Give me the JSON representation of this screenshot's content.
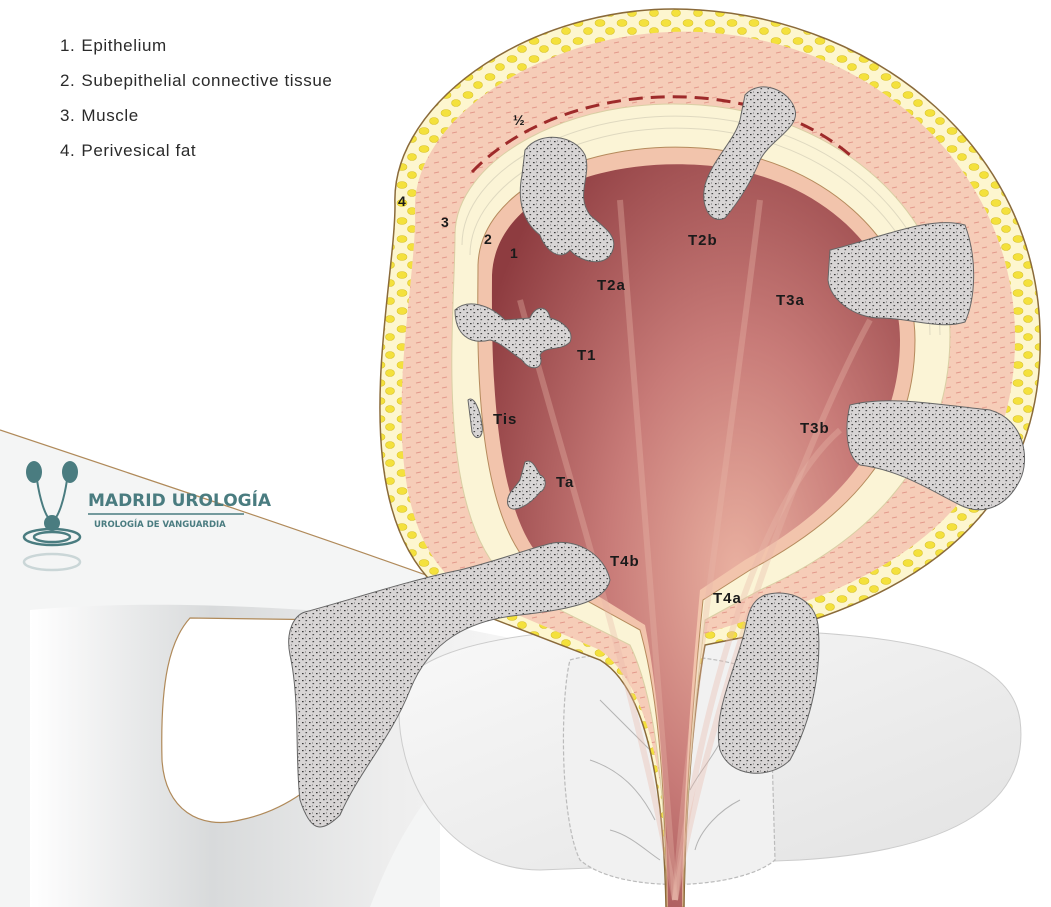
{
  "legend": {
    "items": [
      {
        "number": "1.",
        "label": "Epithelium"
      },
      {
        "number": "2.",
        "label": "Subepithelial connective tissue"
      },
      {
        "number": "3.",
        "label": "Muscle"
      },
      {
        "number": "4.",
        "label": "Perivesical fat"
      }
    ]
  },
  "layer_markers": {
    "one": "1",
    "two": "2",
    "three": "3",
    "four": "4",
    "half": "½"
  },
  "stages": {
    "tis": "Tis",
    "ta": "Ta",
    "t1": "T1",
    "t2a": "T2a",
    "t2b": "T2b",
    "t3a": "T3a",
    "t3b": "T3b",
    "t4a": "T4a",
    "t4b": "T4b"
  },
  "logo": {
    "title": "MADRID UROLOGÍA",
    "subtitle": "UROLOGÍA DE VANGUARDIA"
  },
  "colors": {
    "lumen": "#a8545a",
    "epithelium": "#f2c4ac",
    "connective": "#fbf4d6",
    "muscle": "#f6cdb8",
    "fat_bg": "#fdf6cf",
    "fat_cells": "#f4e13c",
    "tumor": "#cfcccc",
    "half_line": "#9e2a2a",
    "logo": "#4a7c80"
  }
}
